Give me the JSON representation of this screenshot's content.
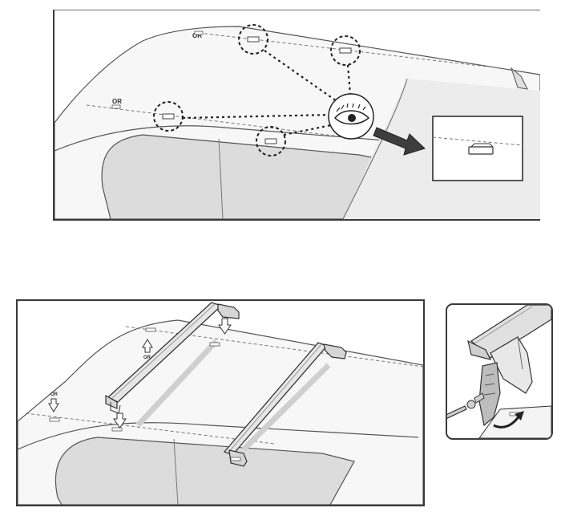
{
  "diagram": {
    "top_panel": {
      "labels": {
        "or_label_rear": "OR",
        "or_label_front": "OR"
      },
      "icons": [
        "eye-icon",
        "arrow-right-icon"
      ]
    },
    "bottom_panel": {
      "labels": {
        "or_label_rear": "OR",
        "or_label_front": "OR"
      },
      "icons": [
        "arrow-down-icon",
        "arrow-up-icon"
      ]
    },
    "detail_panel": {
      "icons": [
        "rotate-arrow-icon"
      ]
    }
  }
}
